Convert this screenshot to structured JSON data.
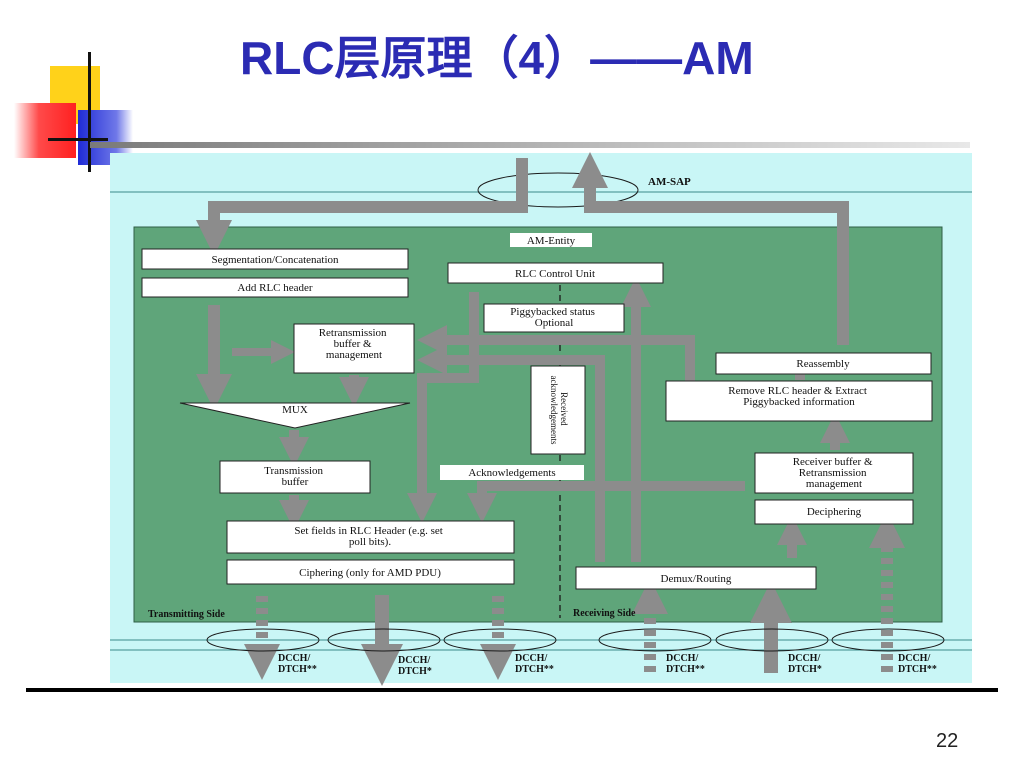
{
  "slide": {
    "title": "RLC层原理（4）——AM",
    "page_number": "22"
  },
  "diagram": {
    "am_sap": "AM-SAP",
    "am_entity": "AM-Entity",
    "rlc_control_unit": "RLC Control Unit",
    "segmentation": "Segmentation/Concatenation",
    "add_header": "Add RLC header",
    "retransmission_buffer": [
      "Retransmission",
      "buffer &",
      "management"
    ],
    "mux": "MUX",
    "transmission_buffer": [
      "Transmission",
      "buffer"
    ],
    "set_fields": [
      "Set fields in RLC Header (e.g. set",
      "poll bits)."
    ],
    "ciphering": "Ciphering (only for AMD PDU)",
    "piggybacked_status": [
      "Piggybacked status",
      "Optional"
    ],
    "received_acknowledgements": [
      "Received",
      "acknowledgements"
    ],
    "acknowledgements": "Acknowledgements",
    "reassembly": "Reassembly",
    "remove_header": [
      "Remove RLC header & Extract",
      "Piggybacked information"
    ],
    "receiver_buffer": [
      "Receiver buffer &",
      "Retransmission",
      "management"
    ],
    "deciphering": "Deciphering",
    "demux": "Demux/Routing",
    "transmitting_side": "Transmitting Side",
    "receiving_side": "Receiving Side",
    "channels": [
      [
        "DCCH/",
        "DTCH**"
      ],
      [
        "DCCH/",
        "DTCH*"
      ],
      [
        "DCCH/",
        "DTCH**"
      ],
      [
        "DCCH/",
        "DTCH**"
      ],
      [
        "DCCH/",
        "DTCH*"
      ],
      [
        "DCCH/",
        "DTCH**"
      ]
    ]
  }
}
